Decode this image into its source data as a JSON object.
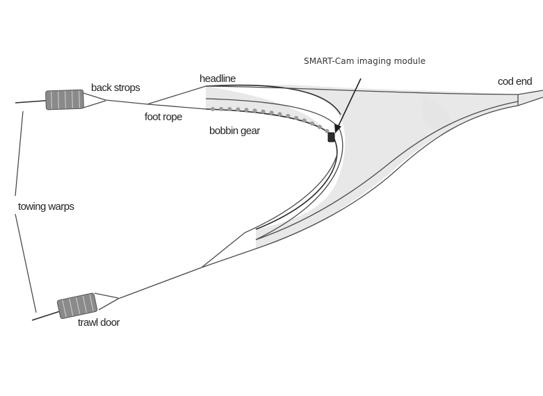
{
  "labels": {
    "module": "SMART-Cam imaging module",
    "headline": "headline",
    "cod_end": "cod end",
    "back_strops": "back strops",
    "foot_rope": "foot rope",
    "bobbin_gear": "bobbin gear",
    "towing_warps": "towing warps",
    "trawl_door": "trawl door"
  }
}
